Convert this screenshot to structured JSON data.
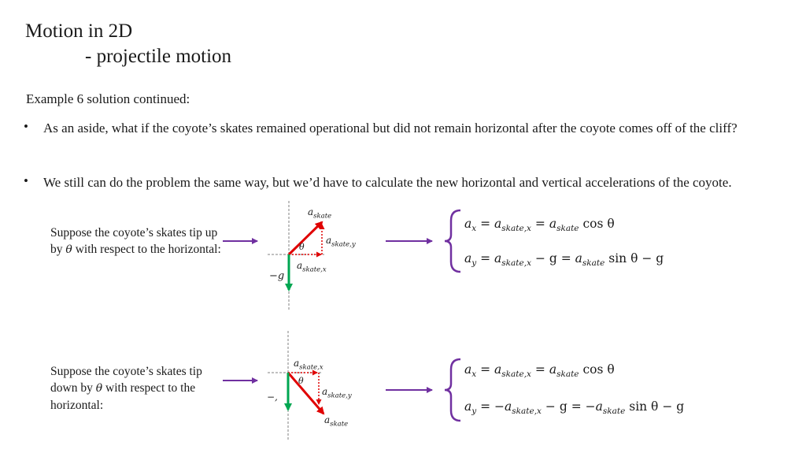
{
  "slide": {
    "title": "Motion in 2D",
    "subtitle": "- projectile motion",
    "example_heading": "Example 6 solution continued:",
    "bullets": [
      "As an aside, what if the coyote’s skates remained operational but did not remain horizontal after the coyote comes off of the cliff?",
      "We still can do the problem the same way, but we’d have to calculate the new horizontal and vertical accelerations of the coyote."
    ],
    "bullet_char": "•"
  },
  "case_up": {
    "text_before": "Suppose the coyote’s skates tip up by ",
    "theta": "θ",
    "text_after": " with respect to the horizontal:",
    "label_askate": "a",
    "label_askate_sub": "skate",
    "label_askatey": "a",
    "label_askatey_sub": "skate,y",
    "label_askatex": "a",
    "label_askatex_sub": "skate,x",
    "label_theta": "θ",
    "label_g": "−g",
    "eq_ax": {
      "lhs": "a",
      "lhs_sub": "x",
      "mid": "a",
      "mid_sub": "skate,x",
      "rhs": "a",
      "rhs_sub": "skate",
      "fn": "cos θ"
    },
    "eq_ay": {
      "lhs": "a",
      "lhs_sub": "y",
      "mid": "a",
      "mid_sub": "skate,x",
      "minus_g": "− g",
      "rhs": "a",
      "rhs_sub": "skate",
      "fn": "sin θ − g"
    }
  },
  "case_down": {
    "text_before": "Suppose the coyote’s skates tip down by ",
    "theta": "θ",
    "text_after": " with respect to the horizontal:",
    "label_askatex": "a",
    "label_askatex_sub": "skate,x",
    "label_theta": "θ",
    "label_askatey": "a",
    "label_askatey_sub": "skate,y",
    "label_askate": "a",
    "label_askate_sub": "skate",
    "label_g": "−,",
    "eq_ax": {
      "lhs": "a",
      "lhs_sub": "x",
      "mid": "a",
      "mid_sub": "skate,x",
      "rhs": "a",
      "rhs_sub": "skate",
      "fn": "cos θ"
    },
    "eq_ay": {
      "lhs": "a",
      "lhs_sub": "y",
      "mid": "−a",
      "mid_sub": "skate,x",
      "minus_g": "− g",
      "rhs": "−a",
      "rhs_sub": "skate",
      "fn": "sin θ − g"
    }
  },
  "colors": {
    "arrow_purple": "#7030a0",
    "vector_red": "#e00000",
    "vector_green": "#00a651",
    "axis_gray": "#808080"
  }
}
